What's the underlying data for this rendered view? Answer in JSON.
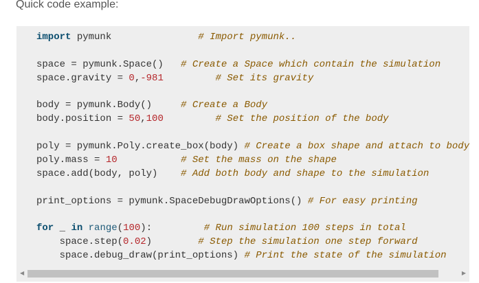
{
  "heading": "Quick code example:",
  "lines": [
    [
      [
        "t",
        "import",
        " ",
        ""
      ],
      [
        "",
        "pymunk               ",
        ""
      ],
      [
        "cm",
        "# Import pymunk..",
        ""
      ]
    ],
    [],
    [
      [
        "",
        "space = pymunk.Space()   ",
        ""
      ],
      [
        "cm",
        "# Create a Space which contain the simulation",
        ""
      ]
    ],
    [
      [
        "",
        "space.gravity = ",
        ""
      ],
      [
        "num",
        "0",
        ""
      ],
      [
        "",
        ",",
        ""
      ],
      [
        "num",
        "-981",
        ""
      ],
      [
        "",
        "         ",
        ""
      ],
      [
        "cm",
        "# Set its gravity",
        ""
      ]
    ],
    [],
    [
      [
        "",
        "body = pymunk.Body()     ",
        ""
      ],
      [
        "cm",
        "# Create a Body",
        ""
      ]
    ],
    [
      [
        "",
        "body.position = ",
        ""
      ],
      [
        "num",
        "50",
        ""
      ],
      [
        "",
        ",",
        ""
      ],
      [
        "num",
        "100",
        ""
      ],
      [
        "",
        "         ",
        ""
      ],
      [
        "cm",
        "# Set the position of the body",
        ""
      ]
    ],
    [],
    [
      [
        "",
        "poly = pymunk.Poly.create_box(body) ",
        ""
      ],
      [
        "cm",
        "# Create a box shape and attach to body",
        ""
      ]
    ],
    [
      [
        "",
        "poly.mass = ",
        ""
      ],
      [
        "num",
        "10",
        ""
      ],
      [
        "",
        "           ",
        ""
      ],
      [
        "cm",
        "# Set the mass on the shape",
        ""
      ]
    ],
    [
      [
        "",
        "space.add(body, poly)    ",
        ""
      ],
      [
        "cm",
        "# Add both body and shape to the simulation",
        ""
      ]
    ],
    [],
    [
      [
        "",
        "print_options = pymunk.SpaceDebugDrawOptions() ",
        ""
      ],
      [
        "cm",
        "# For easy printing",
        ""
      ]
    ],
    [],
    [
      [
        "kw",
        "for",
        ""
      ],
      [
        "",
        ". _ ",
        ""
      ],
      [
        "kw",
        "in",
        ""
      ],
      [
        "",
        "",
        ""
      ],
      [
        "bi",
        "range",
        ""
      ],
      [
        "",
        "(",
        ""
      ],
      [
        "num",
        "100",
        ""
      ],
      [
        "",
        "):         ",
        ""
      ],
      [
        "cm",
        "# Run simulation 100 steps in total",
        ""
      ]
    ],
    [
      [
        "",
        "    space.step(",
        ""
      ],
      [
        "num",
        "0.02",
        ""
      ],
      [
        "",
        ")        ",
        ""
      ],
      [
        "cm",
        "# Step the simulation one step forward",
        ""
      ]
    ],
    [
      [
        "",
        "    space.debug_draw(print_options) ",
        ""
      ],
      [
        "cm",
        "# Print the state of the simulation",
        ""
      ]
    ]
  ],
  "scroll": {
    "left_arrow": "◀",
    "right_arrow": "▶",
    "position": 0.0
  }
}
